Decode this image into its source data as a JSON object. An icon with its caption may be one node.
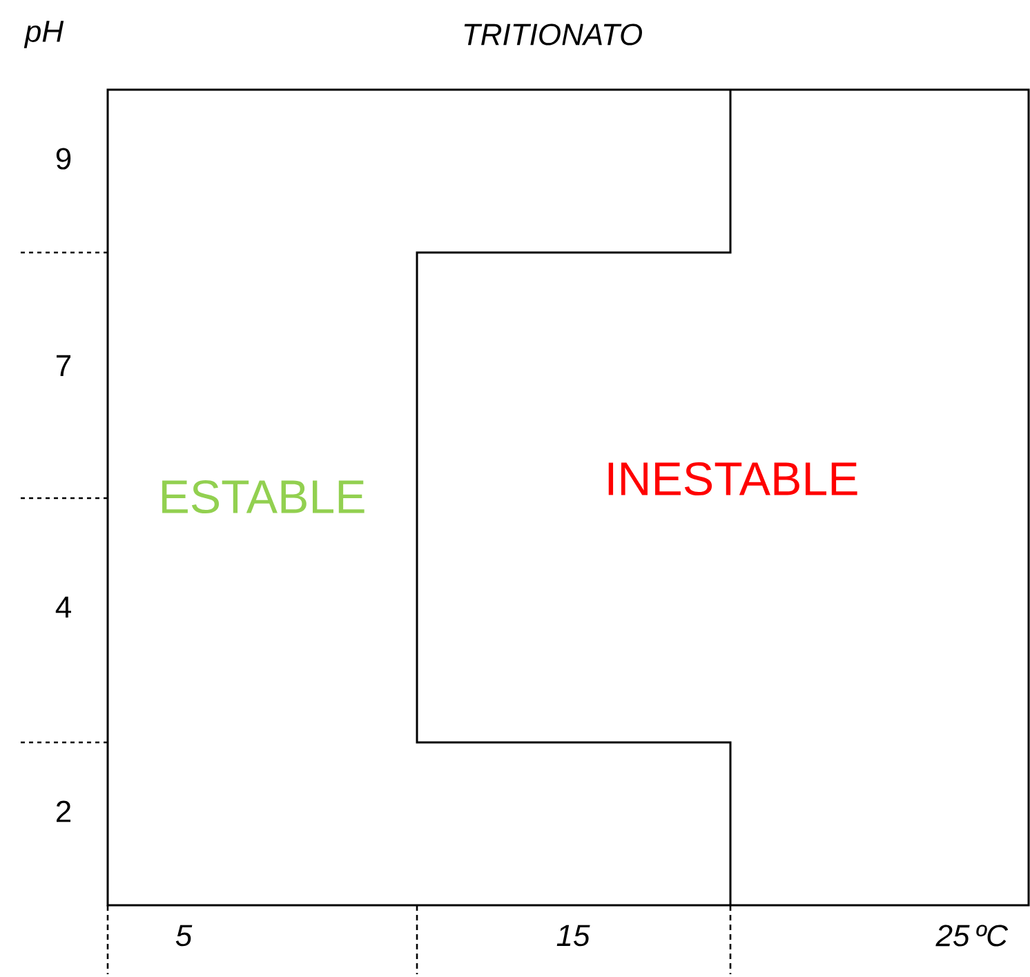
{
  "diagram": {
    "title": "TRITIONATO",
    "labels": [
      "pH",
      "9",
      "7",
      "ESTABLE",
      "INESTABLE",
      "4",
      "2",
      "5",
      "15",
      "25",
      "ºC"
    ]
  }
}
